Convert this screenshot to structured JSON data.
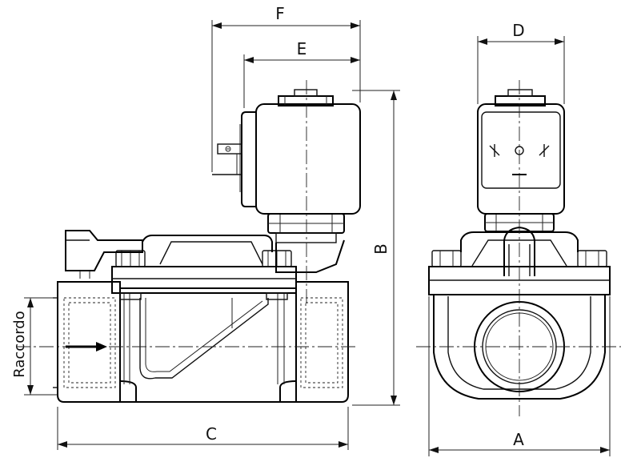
{
  "labels": {
    "A": "A",
    "B": "B",
    "C": "C",
    "D": "D",
    "E": "E",
    "F": "F",
    "raccordo": "Raccordo"
  },
  "colors": {
    "line": "#000000",
    "background": "#ffffff"
  }
}
